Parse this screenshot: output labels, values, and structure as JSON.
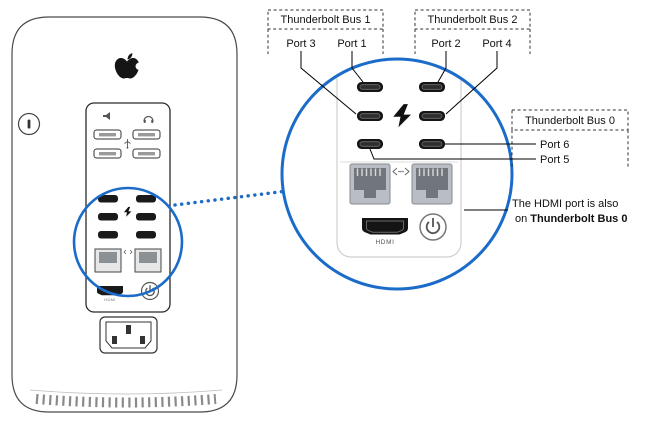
{
  "colors": {
    "highlight": "#1B6BC9"
  },
  "callouts": {
    "bus1": {
      "title": "Thunderbolt Bus 1",
      "port_left": "Port 3",
      "port_right": "Port 1"
    },
    "bus2": {
      "title": "Thunderbolt Bus 2",
      "port_left": "Port 2",
      "port_right": "Port 4"
    },
    "bus0": {
      "title": "Thunderbolt Bus 0",
      "port_top": "Port 6",
      "port_bottom": "Port 5"
    },
    "hdmi_note": {
      "line1": "The HDMI port is also",
      "line2_normal": "on ",
      "line2_bold": "Thunderbolt Bus 0"
    }
  },
  "port_labels": {
    "hdmi": "HDMI"
  }
}
